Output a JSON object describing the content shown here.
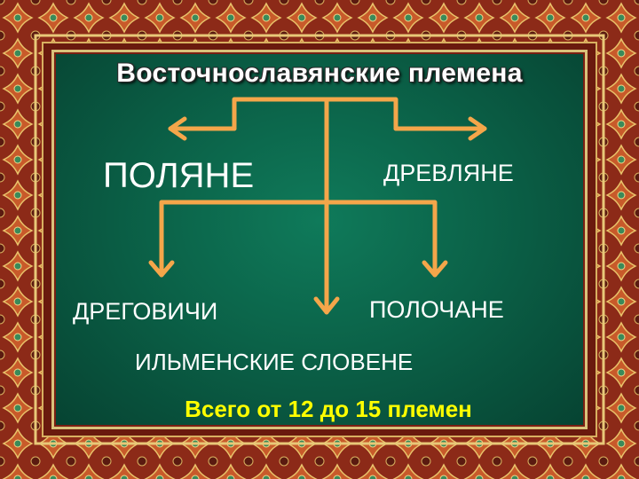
{
  "title": "Восточнославянские племена",
  "tribes": {
    "polyane": "ПОЛЯНЕ",
    "drevlyane": "ДРЕВЛЯНЕ",
    "dregovichi": "ДРЕГОВИЧИ",
    "polochane": "ПОЛОЧАНЕ",
    "ilmenskie": "ИЛЬМЕНСКИЕ СЛОВЕНЕ"
  },
  "total": "Всего от 12 до 15 племен",
  "colors": {
    "arrow": "#f4a64a",
    "background": "#0b6248",
    "frame": "#8a2415",
    "total_text": "#ffff00"
  }
}
